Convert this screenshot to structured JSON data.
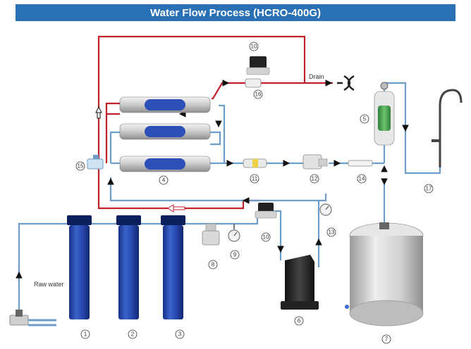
{
  "title": "Water Flow Process (HCRO-400G)",
  "labels": {
    "raw_water": "Raw water",
    "drain": "Drain"
  },
  "component_numbers": {
    "n1": "1",
    "n2": "2",
    "n3": "3",
    "n4": "4",
    "n5": "5",
    "n6": "6",
    "n7": "7",
    "n8": "8",
    "n9": "9",
    "n10a": "10",
    "n10b": "10",
    "n11": "11",
    "n12": "12",
    "n13": "13",
    "n14": "14",
    "n15": "15",
    "n16": "16",
    "n17": "17"
  },
  "colors": {
    "title_bg": "#2a70b5",
    "housing_blue": "#1f3fa6",
    "pipe_red": "#c0202a",
    "pipe_blue": "#6d9ec9",
    "tank": "#dcdcdc"
  }
}
